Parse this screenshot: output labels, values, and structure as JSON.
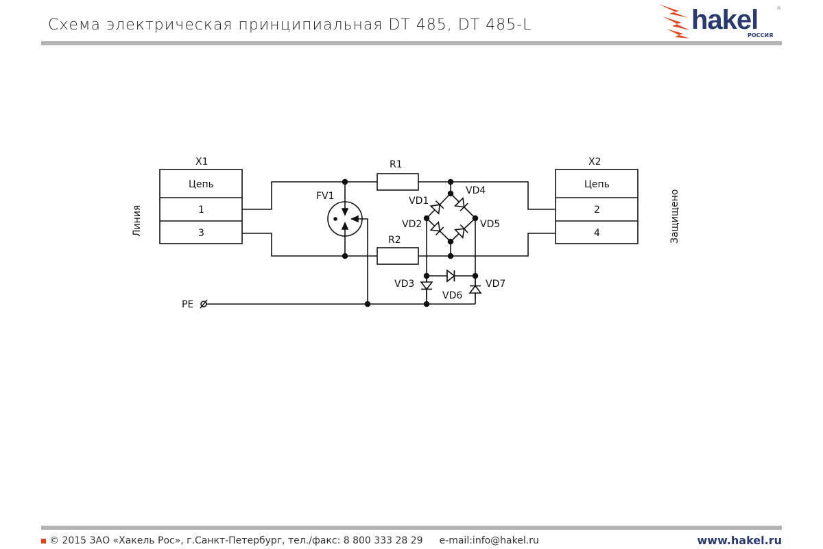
{
  "header": {
    "title": "Схема электрическая принципиальная DT 485, DT 485-L",
    "logo_text": "hakel",
    "logo_sub": "РОССИЯ",
    "logo_mark": "®"
  },
  "diagram": {
    "x1": {
      "label": "X1",
      "header": "Цепь",
      "pin_a": "1",
      "pin_b": "3",
      "side_label": "Линия"
    },
    "x2": {
      "label": "X2",
      "header": "Цепь",
      "pin_a": "2",
      "pin_b": "4",
      "side_label": "Защищено"
    },
    "components": {
      "fv1": "FV1",
      "r1": "R1",
      "r2": "R2",
      "vd1": "VD1",
      "vd2": "VD2",
      "vd3": "VD3",
      "vd4": "VD4",
      "vd5": "VD5",
      "vd6": "VD6",
      "vd7": "VD7",
      "pe": "PE"
    }
  },
  "footer": {
    "copyright": "© 2015 ЗАО «Хакель Рос», г.Санкт-Петербург, тел./факс: 8 800 333 28 29",
    "email": "e-mail:info@hakel.ru",
    "website": "www.hakel.ru"
  },
  "colors": {
    "accent": "#e2461c",
    "brand": "#2a3a6e",
    "rule": "#b3b3b3"
  }
}
